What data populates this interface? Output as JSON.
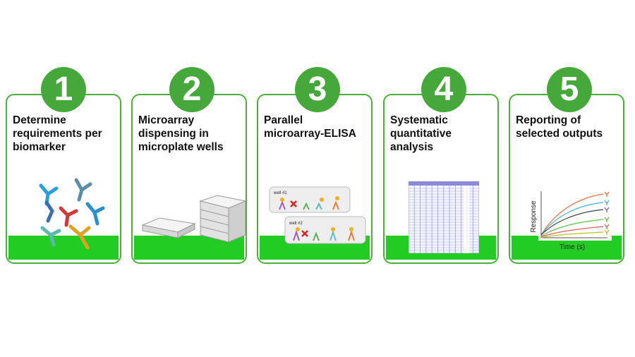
{
  "steps": [
    {
      "number": "1",
      "title": "Determine\nrequirements per\nbiomarker",
      "icon": "antibodies-icon"
    },
    {
      "number": "2",
      "title": "Microarray\ndispensing in\nmicroplate wells",
      "icon": "microplates-icon"
    },
    {
      "number": "3",
      "title": "Parallel\nmicroarray-ELISA",
      "icon": "elisa-wells-icon",
      "well_labels": [
        "well #1",
        "well #2"
      ]
    },
    {
      "number": "4",
      "title": "Systematic\nquantitative\nanalysis",
      "icon": "data-table-icon"
    },
    {
      "number": "5",
      "title": "Reporting of\nselected outputs",
      "icon": "response-curves-icon",
      "ylabel": "Response",
      "xlabel": "Time (s)"
    }
  ],
  "colors": {
    "accent": "#46a83a",
    "border": "#4caf3a",
    "ground": "#22cc22"
  }
}
